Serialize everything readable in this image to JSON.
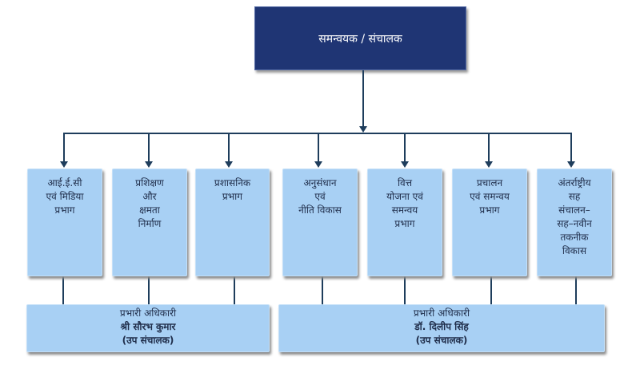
{
  "head": {
    "title": "समन्वयक  /  संचालक"
  },
  "divisions": [
    {
      "lines": [
        "आई.ई.सी",
        "एवं  मिडिया",
        "प्रभाग"
      ]
    },
    {
      "lines": [
        "प्रशिक्षण",
        "और",
        "क्षमता",
        "निर्माण"
      ]
    },
    {
      "lines": [
        "प्रशासनिक",
        "प्रभाग"
      ]
    },
    {
      "lines": [
        "अनुसंधान",
        "एवं",
        "नीति  विकास"
      ]
    },
    {
      "lines": [
        "वित्त",
        "योजना  एवं",
        "समन्वय",
        "प्रभाग"
      ]
    },
    {
      "lines": [
        "प्रचालन",
        "एवं  समन्वय",
        "प्रभाग"
      ]
    },
    {
      "lines": [
        "अंतर्राष्ट्रीय",
        "सह",
        "संचालन–",
        "सह–नवीन",
        "तकनीक",
        "विकास"
      ]
    }
  ],
  "officers": [
    {
      "role": "प्रभारी  अधिकारी",
      "name": "श्री सौरभ कुमार",
      "designation": "(उप संचालक)"
    },
    {
      "role": "प्रभारी  अधिकारी",
      "name": "डॉ. दिलीप सिंह",
      "designation": "(उप संचालक)"
    }
  ]
}
